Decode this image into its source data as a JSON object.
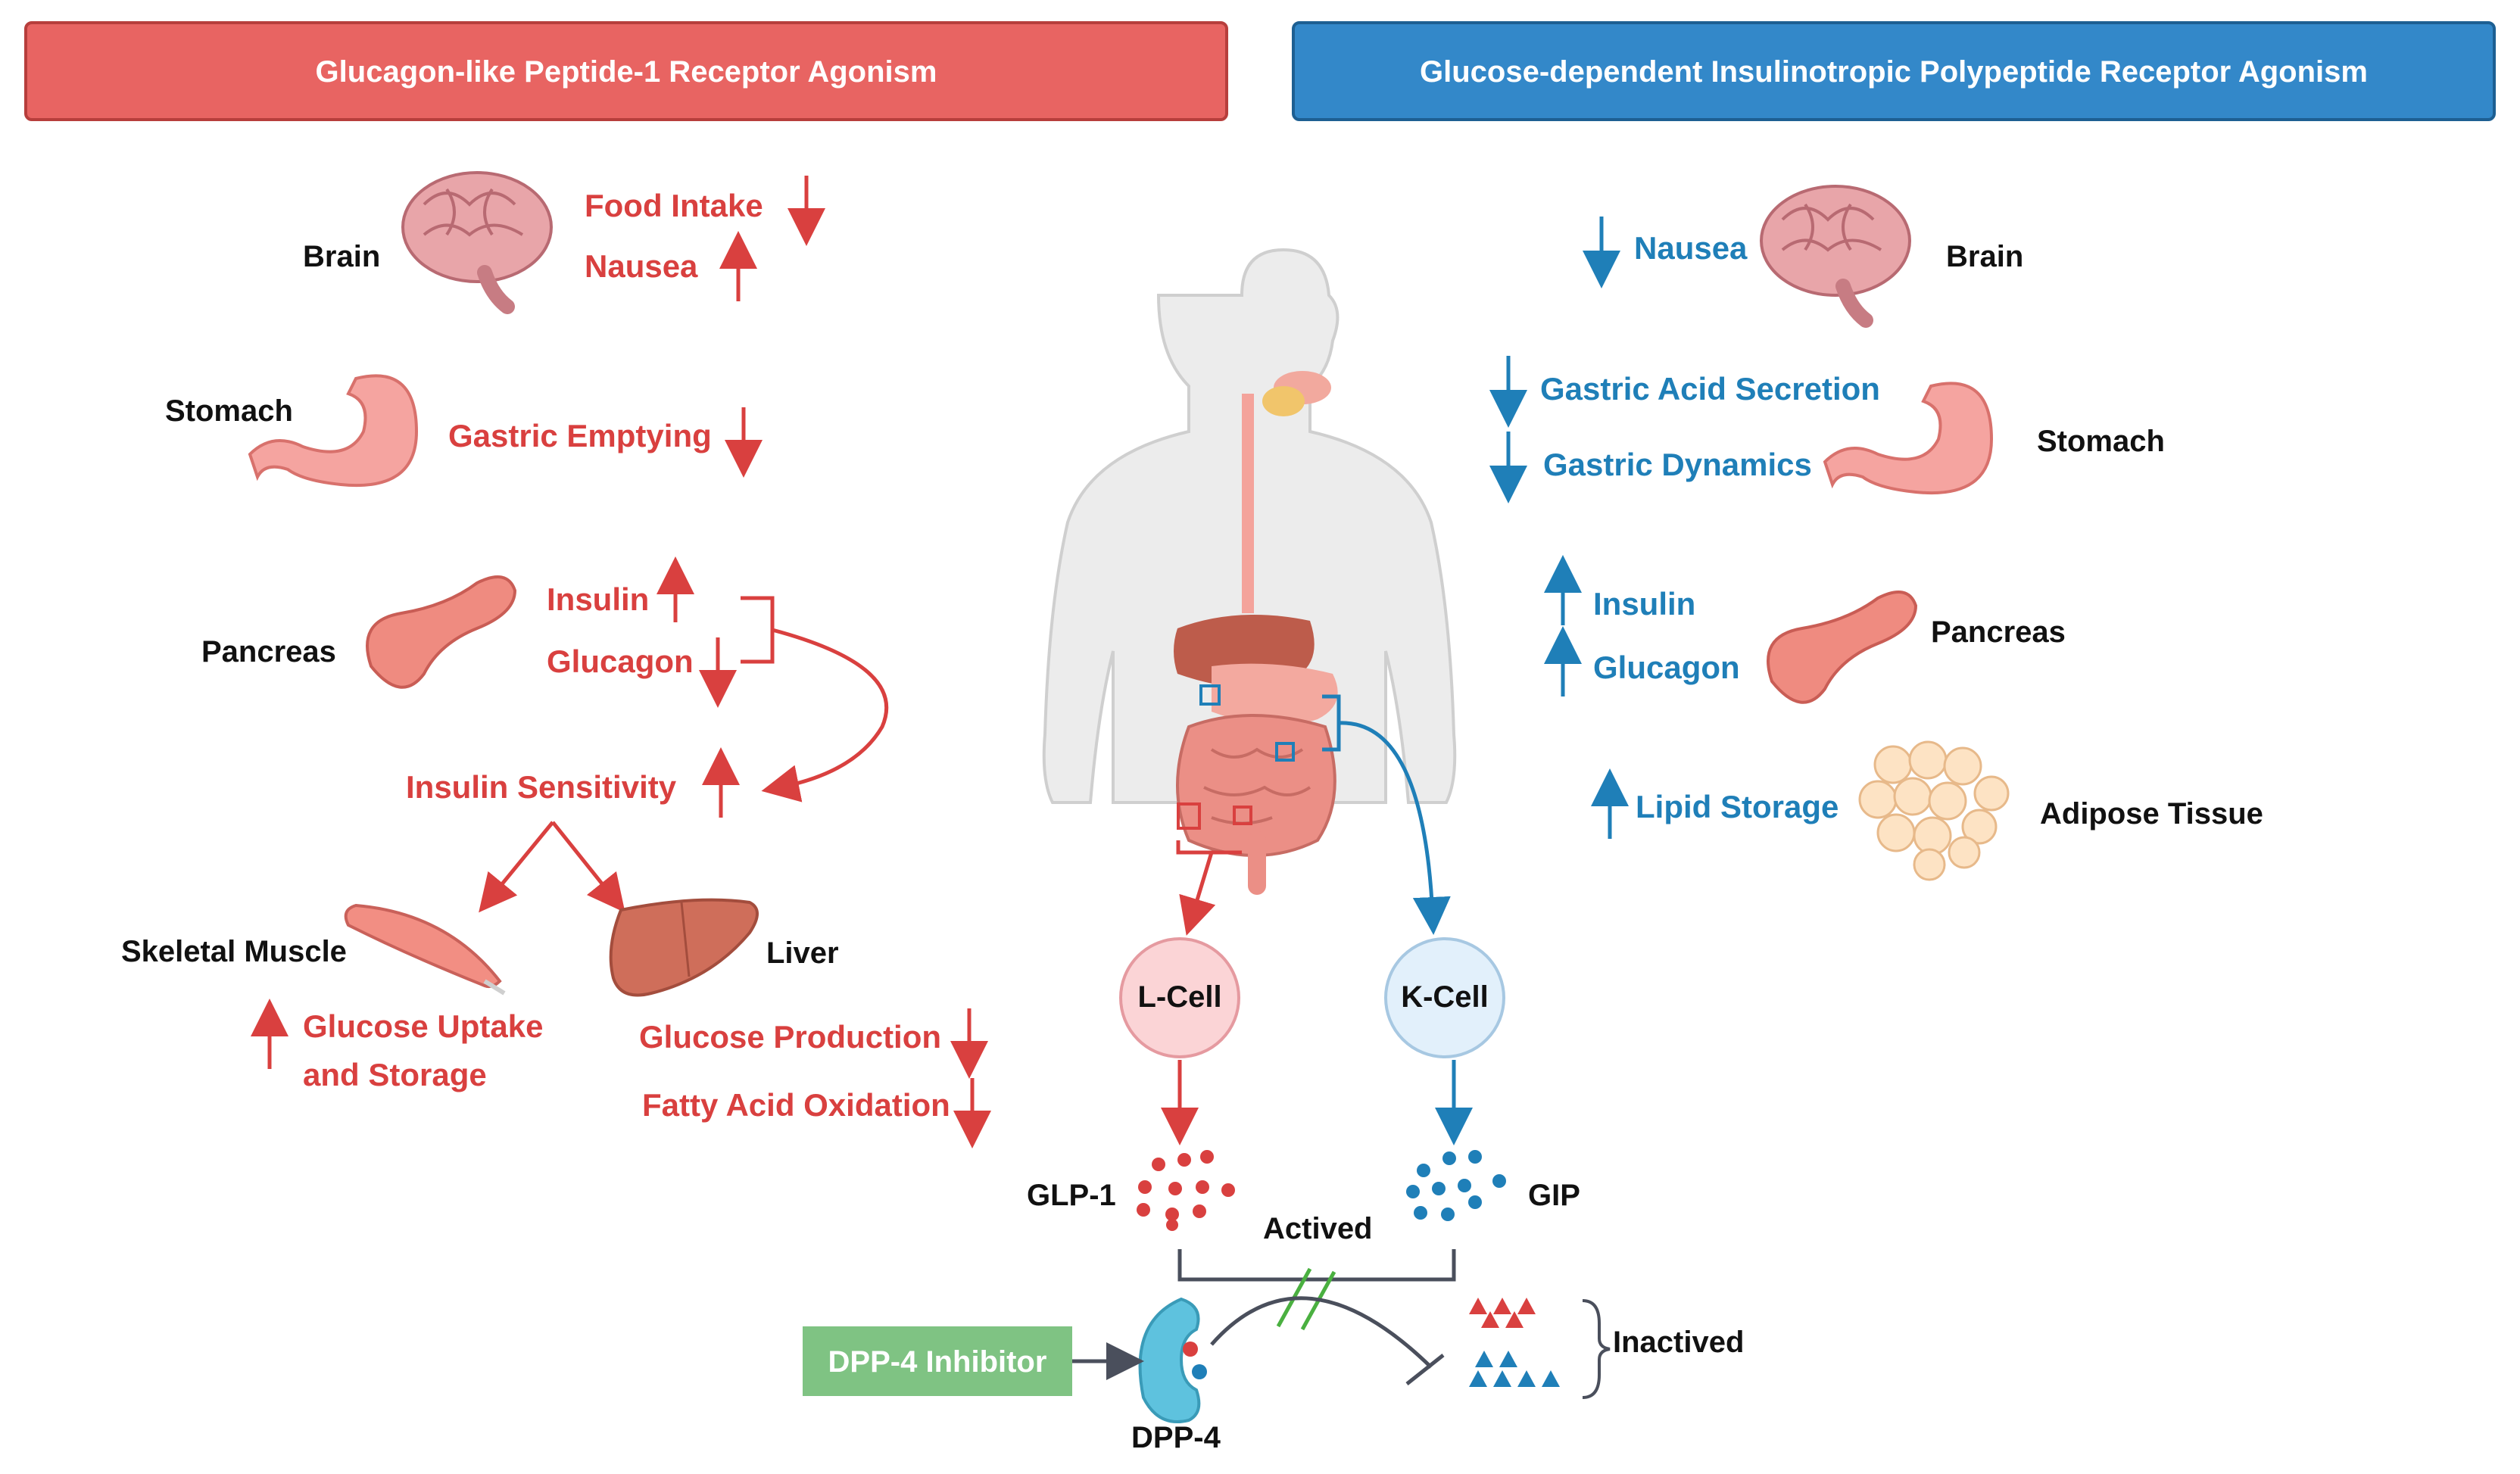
{
  "colors": {
    "red": "#d9403f",
    "blue": "#1f7fb8",
    "header_red": "#e86462",
    "header_blue": "#3388c9",
    "green": "#7fc383",
    "organ_pink": "#f2958d",
    "lcell": "#fbd4d6",
    "kcell": "#e2f0fb"
  },
  "headers": {
    "glp1": "Glucagon-like Peptide-1 Receptor Agonism",
    "gip": "Glucose-dependent Insulinotropic Polypeptide Receptor Agonism"
  },
  "left": {
    "brain": "Brain",
    "food_intake": "Food Intake",
    "nausea": "Nausea",
    "stomach": "Stomach",
    "gastric_emptying": "Gastric Emptying",
    "pancreas": "Pancreas",
    "insulin": "Insulin",
    "glucagon": "Glucagon",
    "insulin_sensitivity": "Insulin Sensitivity",
    "skeletal_muscle": "Skeletal Muscle",
    "liver": "Liver",
    "glucose_uptake_1": "Glucose Uptake",
    "glucose_uptake_2": "and Storage",
    "glucose_production": "Glucose Production",
    "fatty_acid_oxidation": "Fatty Acid Oxidation"
  },
  "right": {
    "nausea": "Nausea",
    "brain": "Brain",
    "gastric_acid_secretion": "Gastric Acid Secretion",
    "gastric_dynamics": "Gastric Dynamics",
    "stomach": "Stomach",
    "insulin": "Insulin",
    "glucagon": "Glucagon",
    "pancreas": "Pancreas",
    "lipid_storage": "Lipid Storage",
    "adipose_tissue": "Adipose Tissue"
  },
  "center": {
    "l_cell": "L-Cell",
    "k_cell": "K-Cell",
    "glp1": "GLP-1",
    "gip": "GIP",
    "actived": "Actived",
    "inactived": "Inactived",
    "dpp4_inhibitor": "DPP-4 Inhibitor",
    "dpp4": "DPP-4"
  },
  "icons": [
    "brain-icon",
    "stomach-icon",
    "pancreas-icon",
    "muscle-icon",
    "liver-icon",
    "human-body-icon",
    "adipose-icon",
    "dpp4-enzyme-icon"
  ]
}
